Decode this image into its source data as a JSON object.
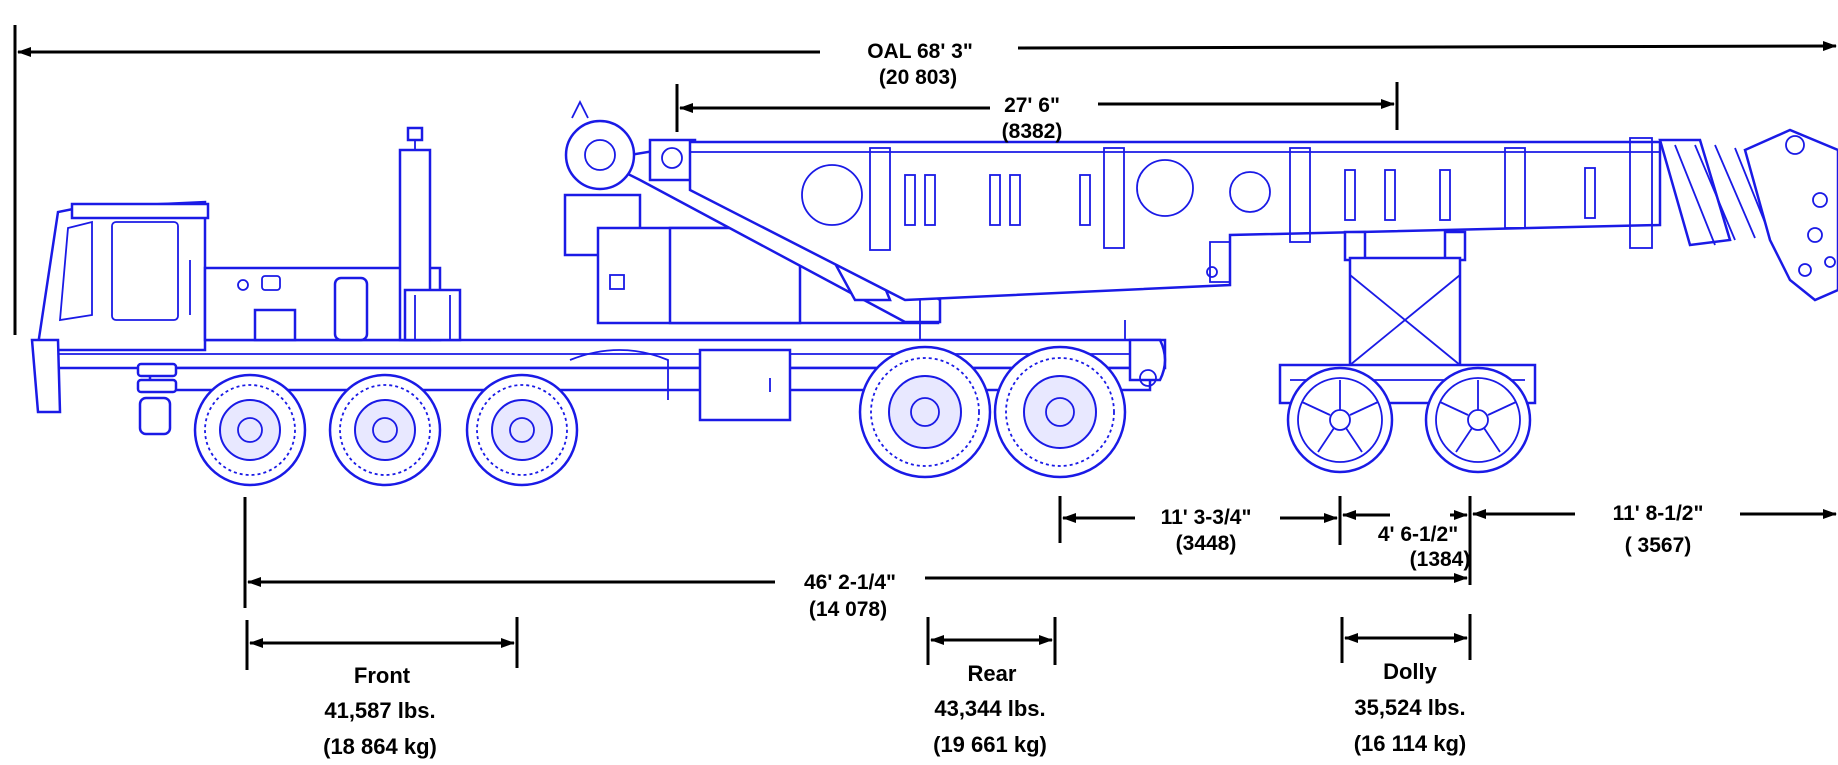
{
  "dimensions": {
    "overall_length": {
      "imperial": "OAL 68' 3\"",
      "metric": "(20 803)"
    },
    "boom_section": {
      "imperial": "27' 6\"",
      "metric": "(8382)"
    },
    "wheelbase": {
      "imperial": "46' 2-1/4\"",
      "metric": "(14 078)"
    },
    "rear_to_dolly": {
      "imperial": "11' 3-3/4\"",
      "metric": "(3448)"
    },
    "dolly_axle_spacing": {
      "imperial": "4' 6-1/2\"",
      "metric": "(1384)"
    },
    "rear_overhang": {
      "imperial": "11' 8-1/2\"",
      "metric": "( 3567)"
    }
  },
  "axle_loads": {
    "front": {
      "label": "Front",
      "weight_lbs": "41,587 lbs.",
      "weight_kg": "(18 864 kg)"
    },
    "rear": {
      "label": "Rear",
      "weight_lbs": "43,344 lbs.",
      "weight_kg": "(19 661 kg)"
    },
    "dolly": {
      "label": "Dolly",
      "weight_lbs": "35,524 lbs.",
      "weight_kg": "(16 114 kg)"
    }
  },
  "colors": {
    "vehicle_line": "#1a1ae6",
    "dimension_line": "#000000"
  }
}
